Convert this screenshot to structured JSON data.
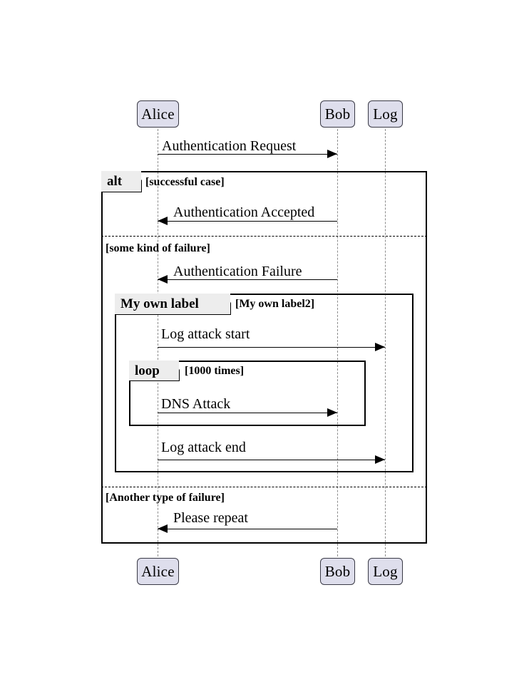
{
  "diagram": {
    "type": "uml-sequence-diagram",
    "background_color": "#ffffff",
    "participant_fill": "#dedeec",
    "participant_border": "#3a3a46",
    "fragment_tag_fill": "#ededed",
    "lifeline_color": "#8d8d8d",
    "line_color": "#000000"
  },
  "participants": [
    {
      "name": "Alice",
      "label": "Alice"
    },
    {
      "name": "Bob",
      "label": "Bob"
    },
    {
      "name": "Log",
      "label": "Log"
    }
  ],
  "participants_bottom": [
    {
      "name": "Alice",
      "label": "Alice"
    },
    {
      "name": "Bob",
      "label": "Bob"
    },
    {
      "name": "Log",
      "label": "Log"
    }
  ],
  "messages": [
    {
      "id": "m1",
      "label": "Authentication Request",
      "from": "Alice",
      "to": "Bob",
      "direction": "right"
    },
    {
      "id": "m2",
      "label": "Authentication Accepted",
      "from": "Bob",
      "to": "Alice",
      "direction": "left"
    },
    {
      "id": "m3",
      "label": "Authentication Failure",
      "from": "Bob",
      "to": "Alice",
      "direction": "left"
    },
    {
      "id": "m4",
      "label": "Log attack start",
      "from": "Alice",
      "to": "Log",
      "direction": "right"
    },
    {
      "id": "m5",
      "label": "DNS Attack",
      "from": "Alice",
      "to": "Bob",
      "direction": "right"
    },
    {
      "id": "m6",
      "label": "Log attack end",
      "from": "Alice",
      "to": "Log",
      "direction": "right"
    },
    {
      "id": "m7",
      "label": "Please repeat",
      "from": "Bob",
      "to": "Alice",
      "direction": "left"
    }
  ],
  "fragments": [
    {
      "id": "alt",
      "operator": "alt",
      "guards": [
        "[successful case]",
        "[some kind of failure]",
        "[Another type of failure]"
      ]
    },
    {
      "id": "myownlabel",
      "operator": "My own label",
      "guards": [
        "[My own label2]"
      ]
    },
    {
      "id": "loop",
      "operator": "loop",
      "guards": [
        "[1000 times]"
      ]
    }
  ]
}
